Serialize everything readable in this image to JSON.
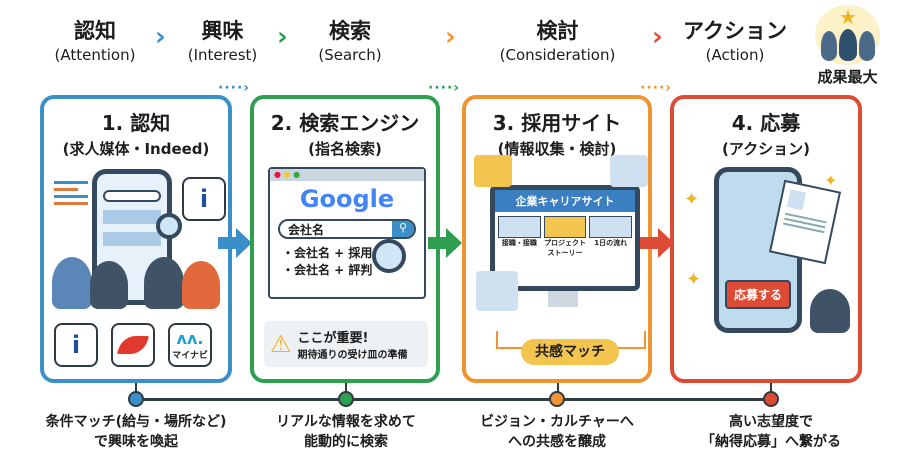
{
  "stages": [
    {
      "jp": "認知",
      "en": "(Attention)"
    },
    {
      "jp": "興味",
      "en": "(Interest)"
    },
    {
      "jp": "検索",
      "en": "(Search)"
    },
    {
      "jp": "検討",
      "en": "(Consideration)"
    },
    {
      "jp": "アクション",
      "en": "(Action)"
    }
  ],
  "result_label": "成果最大",
  "colors": {
    "blue": "#3a8fc9",
    "green": "#2e9e4f",
    "orange": "#ef9431",
    "red": "#de4b34"
  },
  "boxes": [
    {
      "title": "1. 認知",
      "subtitle": "(求人媒体・Indeed)",
      "logos": [
        "i",
        "マイナビ"
      ]
    },
    {
      "title": "2. 検索エンジン",
      "subtitle": "(指名検索)",
      "google": "Google",
      "search_query": "会社名",
      "suggestions": [
        "・会社名 + 採用",
        "・会社名 + 評判"
      ],
      "alert_title": "ここが重要!",
      "alert_text": "期待通りの受け皿の準備"
    },
    {
      "title": "3. 採用サイト",
      "subtitle": "(情報収集・検討)",
      "site_title": "企業キャリアサイト",
      "tiles": [
        "接職・接職",
        "プロジェクトストーリー",
        "1日の流れ"
      ],
      "match_label": "共感マッチ"
    },
    {
      "title": "4. 応募",
      "subtitle": "(アクション)",
      "apply_button": "応募する"
    }
  ],
  "captions": [
    {
      "l1": "条件マッチ(給与・場所など)",
      "l2": "で興味を喚起"
    },
    {
      "l1": "リアルな情報を求めて",
      "l2": "能動的に検索"
    },
    {
      "l1": "ビジョン・カルチャーへ",
      "l2": "への共感を醸成"
    },
    {
      "l1": "高い志望度で",
      "l2": "「納得応募」へ繋がる"
    }
  ]
}
